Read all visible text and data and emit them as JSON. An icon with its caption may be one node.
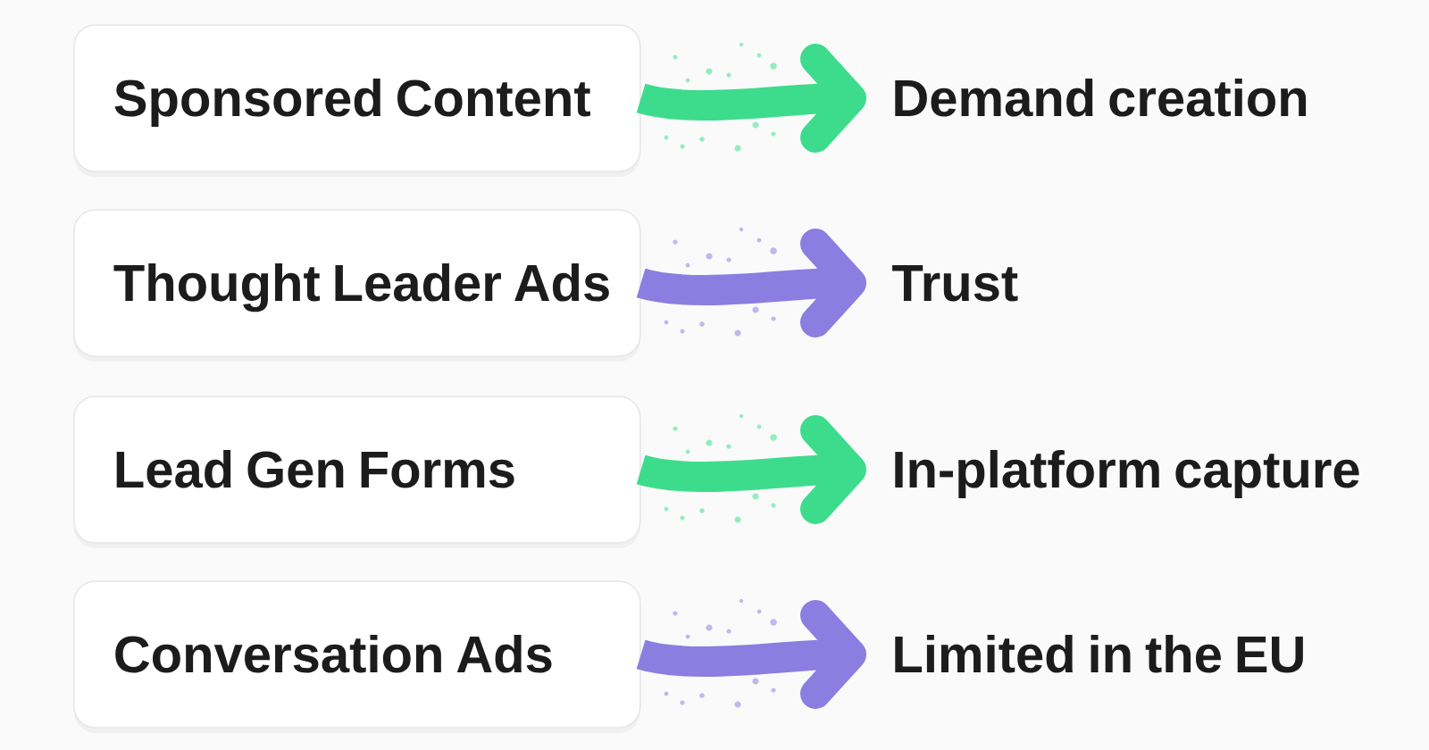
{
  "diagram": {
    "nodes": [
      {
        "text": [
          "Sponsored Content"
        ]
      },
      {
        "text": [
          "Thought Leader Ads"
        ]
      },
      {
        "text": [
          "Lead Gen Forms"
        ]
      },
      {
        "text": [
          "Conversation Ads"
        ]
      },
      {
        "text": [
          "Demand creation"
        ]
      },
      {
        "text": [
          "Trust"
        ]
      },
      {
        "text": [
          "In-platform capture"
        ]
      },
      {
        "text": [
          "Limited in the EU"
        ]
      }
    ],
    "edges": [
      {
        "from": 0,
        "to": 4,
        "arrow": "to",
        "color": "#3ddc8c"
      },
      {
        "from": 1,
        "to": 5,
        "arrow": "to",
        "color": "#8c7de1"
      },
      {
        "from": 2,
        "to": 6,
        "arrow": "to",
        "color": "#3ddc8c"
      },
      {
        "from": 3,
        "to": 7,
        "arrow": "to",
        "color": "#8c7de1"
      }
    ]
  }
}
